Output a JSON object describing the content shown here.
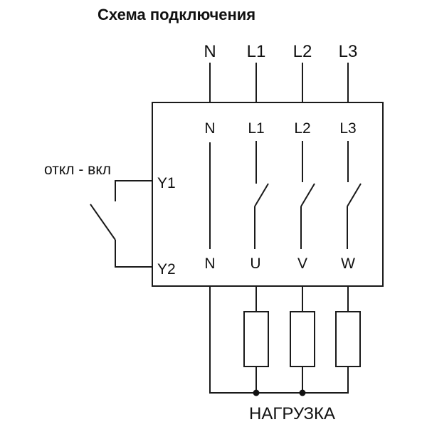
{
  "title": "Схема подключения",
  "supply_terminals": [
    "N",
    "L1",
    "L2",
    "L3"
  ],
  "device": {
    "input_terminals": [
      "N",
      "L1",
      "L2",
      "L3"
    ],
    "output_terminals": [
      "N",
      "U",
      "V",
      "W"
    ],
    "control_terminals": [
      "Y1",
      "Y2"
    ]
  },
  "control_switch_label": "откл - вкл",
  "load_label": "НАГРУЗКА"
}
